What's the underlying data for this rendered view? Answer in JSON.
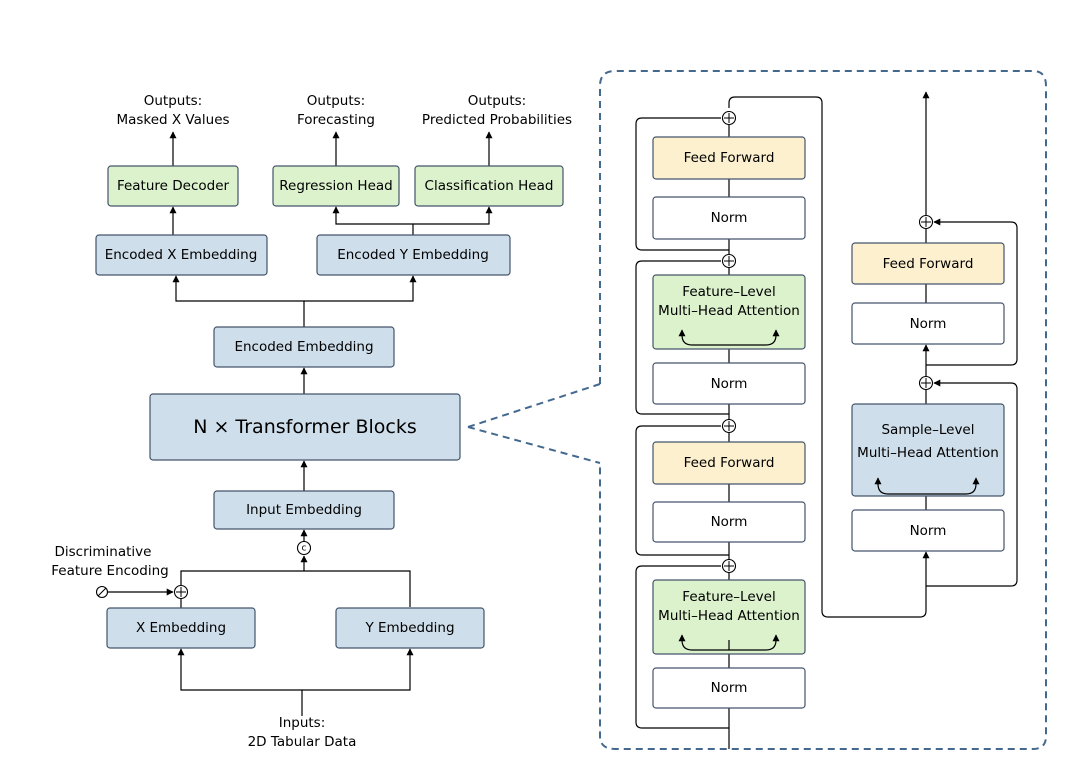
{
  "colors": {
    "blue_box": "#cfdeeb",
    "green_box": "#dcf2cd",
    "yellow_box": "#fdf0cf",
    "dashed_border": "#44698f"
  },
  "left": {
    "outputs_masked": [
      "Outputs:",
      "Masked X Values"
    ],
    "outputs_forecasting": [
      "Outputs:",
      "Forecasting"
    ],
    "outputs_probabilities": [
      "Outputs:",
      "Predicted Probabilities"
    ],
    "feature_decoder": "Feature Decoder",
    "regression_head": "Regression Head",
    "classification_head": "Classification Head",
    "encoded_x_embedding": "Encoded X Embedding",
    "encoded_y_embedding": "Encoded Y Embedding",
    "encoded_embedding": "Encoded Embedding",
    "transformer_blocks": "N × Transformer Blocks",
    "input_embedding": "Input Embedding",
    "concat_symbol": "c",
    "discriminative_encoding": [
      "Discriminative",
      "Feature Encoding"
    ],
    "null_symbol": "⊘",
    "x_embedding": "X Embedding",
    "y_embedding": "Y Embedding",
    "inputs": [
      "Inputs:",
      "2D Tabular Data"
    ]
  },
  "right": {
    "feed_forward": "Feed Forward",
    "norm": "Norm",
    "feature_level_attention": [
      "Feature–Level",
      "Multi–Head Attention"
    ],
    "sample_level_attention": [
      "Sample–Level",
      "Multi–Head Attention"
    ]
  }
}
